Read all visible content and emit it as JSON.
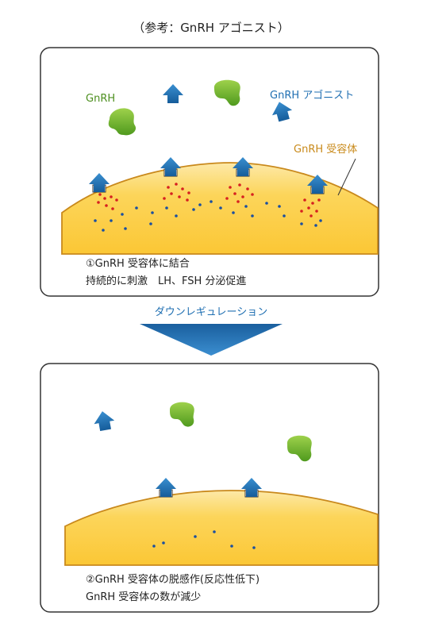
{
  "header": {
    "title": "（参考：GnRH アゴニスト）"
  },
  "panel1": {
    "label_gnrh": "GnRH",
    "label_agonist": "GnRH アゴニスト",
    "label_receptor": "GnRH 受容体",
    "caption_line1": "①GnRH 受容体に結合",
    "caption_line2": "持続的に刺激　LH、FSH 分泌促進"
  },
  "transition": {
    "label": "ダウンレギュレーション"
  },
  "panel2": {
    "caption_line1": "②GnRH 受容体の脱感作(反応性低下)",
    "caption_line2": "GnRH 受容体の数が減少"
  },
  "colors": {
    "gnrh": "#5fa82a",
    "agonist": "#1f6fb2",
    "receptor_label": "#c98a1a",
    "cell_fill": "#fcd34d",
    "cell_edge": "#c9891c",
    "panel_border": "#333333",
    "arrow": "#1f6fb2",
    "dot_red": "#d62020",
    "dot_blue": "#1a4fa0"
  }
}
